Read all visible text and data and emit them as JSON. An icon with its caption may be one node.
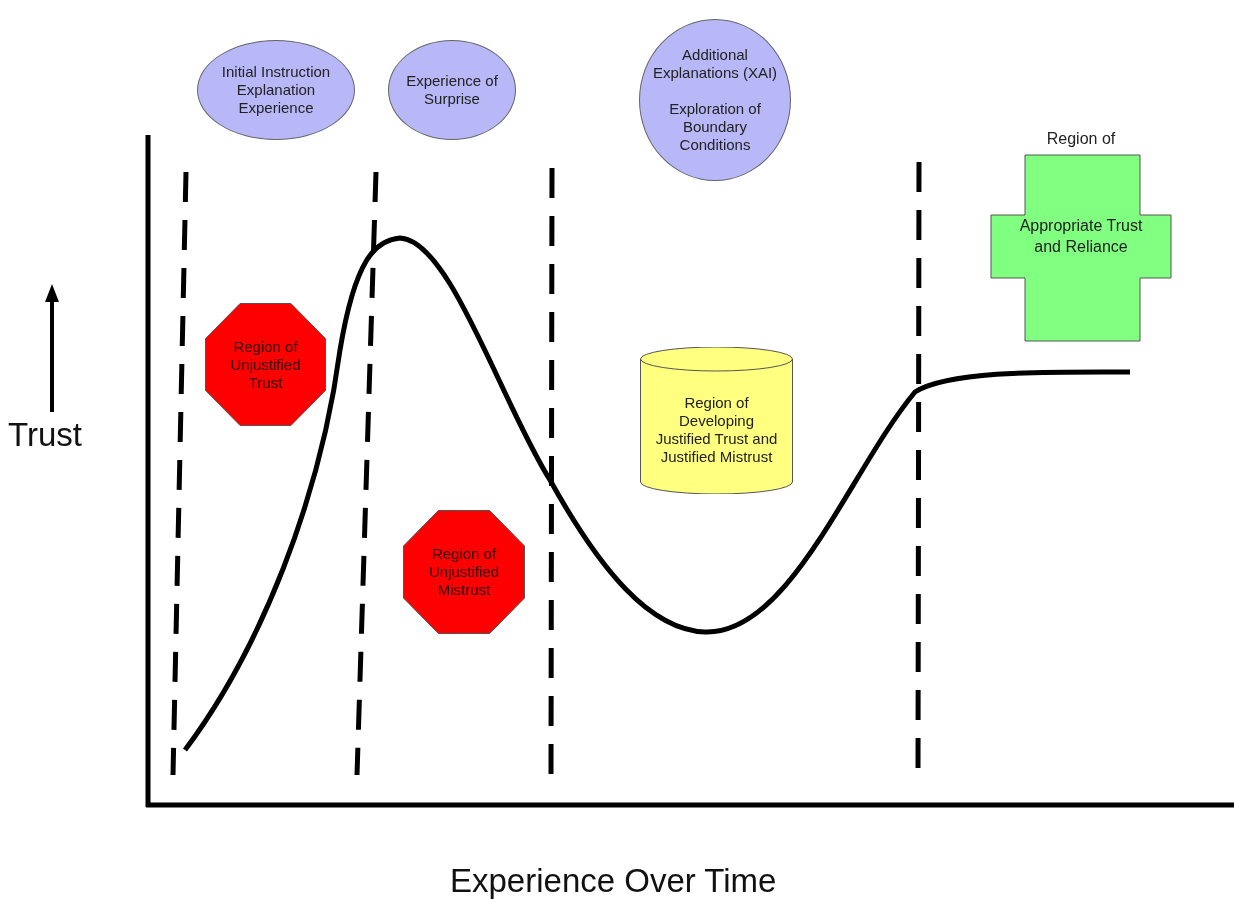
{
  "diagram": {
    "nodes": [
      {
        "text": [
          "Initial Instruction Explanation Experience"
        ]
      },
      {
        "text": [
          "Experience of Surprise"
        ]
      },
      {
        "text": [
          "Additional Explanations (XAI)",
          "Exploration of Boundary Conditions"
        ]
      },
      {
        "text": [
          "Region of Unjustified Trust"
        ]
      },
      {
        "text": [
          "Region of Unjustified Mistrust"
        ]
      },
      {
        "text": [
          "Region of Developing Justified Trust and Justified Mistrust"
        ]
      },
      {
        "text": [
          "Region of",
          "Appropriate Trust and Reliance"
        ]
      }
    ],
    "edges": [],
    "labels": [
      "Trust",
      "Experience Over Time"
    ]
  }
}
